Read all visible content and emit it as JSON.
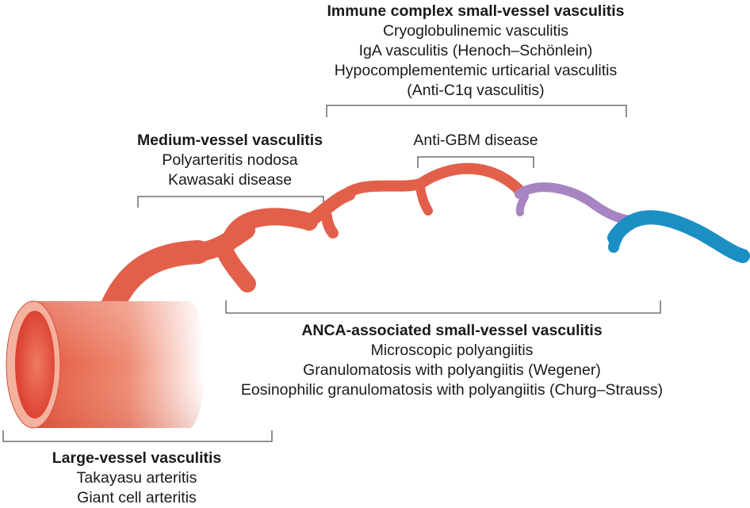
{
  "colors": {
    "vessel_red": "#e2604a",
    "vessel_purple": "#a784c2",
    "vessel_blue": "#1b8fc4",
    "bracket": "#555555"
  },
  "groups": {
    "immune": {
      "title": "Immune complex small-vessel vasculitis",
      "items": [
        "Cryoglobulinemic vasculitis",
        "IgA vasculitis (Henoch–Schönlein)",
        "Hypocomplementemic urticarial vasculitis",
        "(Anti-C1q vasculitis)"
      ]
    },
    "medium": {
      "title": "Medium-vessel vasculitis",
      "items": [
        "Polyarteritis nodosa",
        "Kawasaki disease"
      ]
    },
    "gbm": {
      "title": "Anti-GBM disease"
    },
    "anca": {
      "title": "ANCA-associated small-vessel vasculitis",
      "items": [
        "Microscopic polyangiitis",
        "Granulomatosis with polyangiitis (Wegener)",
        "Eosinophilic granulomatosis with polyangiitis (Churg–Strauss)"
      ]
    },
    "large": {
      "title": "Large-vessel vasculitis",
      "items": [
        "Takayasu arteritis",
        "Giant cell arteritis"
      ]
    }
  }
}
